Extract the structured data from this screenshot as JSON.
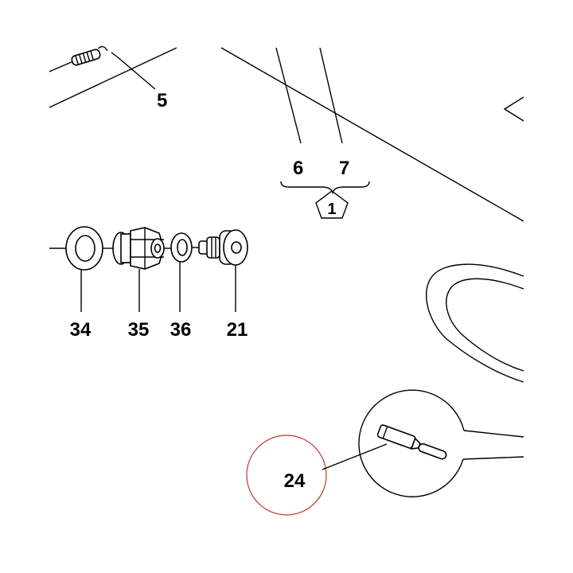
{
  "callouts": [
    {
      "id": "5",
      "text": "5"
    },
    {
      "id": "6",
      "text": "6"
    },
    {
      "id": "7",
      "text": "7"
    },
    {
      "id": "1",
      "text": "1"
    },
    {
      "id": "34",
      "text": "34"
    },
    {
      "id": "35",
      "text": "35"
    },
    {
      "id": "36",
      "text": "36"
    },
    {
      "id": "21",
      "text": "21"
    },
    {
      "id": "24",
      "text": "24"
    }
  ],
  "highlight": {
    "callout": "24",
    "color": "#c0392b"
  },
  "colors": {
    "line": "#000000",
    "background": "#ffffff"
  }
}
